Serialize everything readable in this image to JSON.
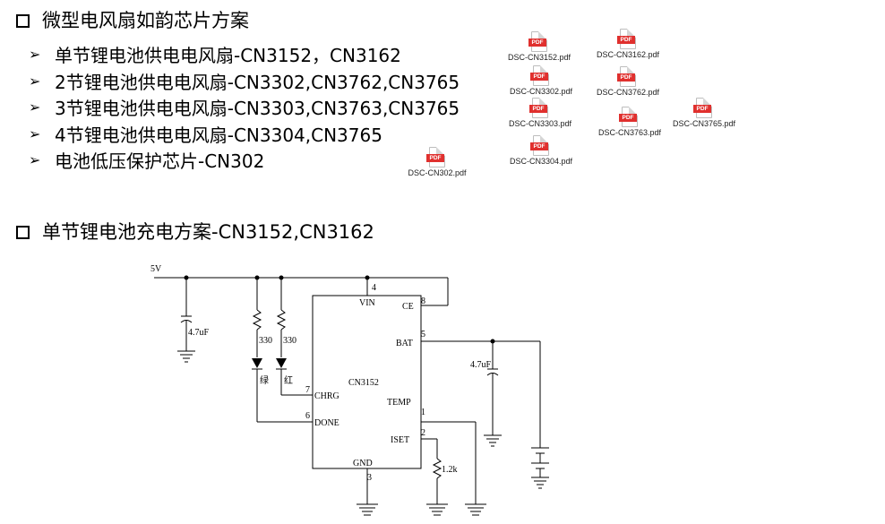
{
  "section1": {
    "title": "微型电风扇如韵芯片方案",
    "items": [
      "单节锂电池供电电风扇-CN3152，CN3162",
      "2节锂电池供电电风扇-CN3302,CN3762,CN3765",
      "3节锂电池供电电风扇-CN3303,CN3763,CN3765",
      "4节锂电池供电电风扇-CN3304,CN3765",
      "电池低压保护芯片-CN302"
    ],
    "bullet": "➢",
    "files": [
      "DSC-CN3152.pdf",
      "DSC-CN3162.pdf",
      "DSC-CN3302.pdf",
      "DSC-CN3762.pdf",
      "DSC-CN3765.pdf",
      "DSC-CN3303.pdf",
      "DSC-CN3763.pdf",
      "DSC-CN3304.pdf",
      "DSC-CN302.pdf"
    ],
    "pdf_tag": "PDF",
    "pdf_color": "#e0302e"
  },
  "section2": {
    "title": "单节锂电池充电方案-CN3152,CN3162"
  },
  "schematic": {
    "supply": "5V",
    "ic_name": "CN3152",
    "pins": {
      "vin": "VIN",
      "vin_num": "4",
      "ce": "CE",
      "ce_num": "8",
      "bat": "BAT",
      "bat_num": "5",
      "chrg": "CHRG",
      "chrg_num": "7",
      "done": "DONE",
      "done_num": "6",
      "temp": "TEMP",
      "temp_num": "1",
      "iset": "ISET",
      "iset_num": "2",
      "gnd": "GND",
      "gnd_num": "3"
    },
    "c_in": "4.7uF",
    "c_out": "4.7uF",
    "r1": "330",
    "r2": "330",
    "led_green": "绿",
    "led_red": "红",
    "r_iset": "1.2k"
  }
}
